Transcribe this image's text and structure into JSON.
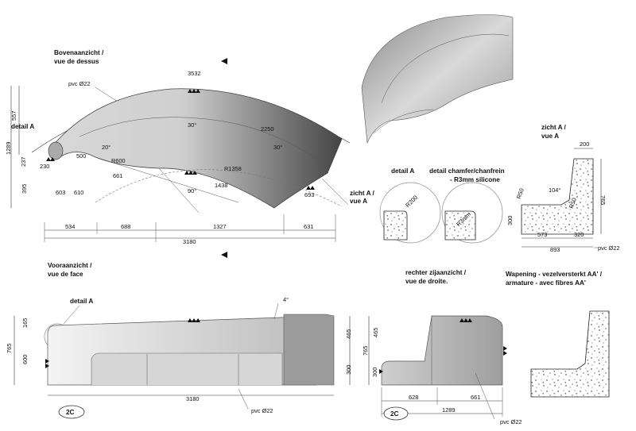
{
  "views": {
    "top": {
      "title_nl": "Bovenaanzicht /",
      "title_fr": "vue de dessus",
      "detail_label": "detail A"
    },
    "front": {
      "title_nl": "Vooraanzicht /",
      "title_fr": "vue de face",
      "detail_label": "detail A"
    },
    "side": {
      "title_nl": "rechter zijaanzicht /",
      "title_fr": "vue de droite."
    },
    "detailA": {
      "title": "detail A"
    },
    "chamfer": {
      "title": "detail chamfer/chanfrein",
      "subtitle": "- R3mm silicone"
    },
    "section": {
      "title_nl": "zicht A /",
      "title_fr": "vue A"
    },
    "reinforcement": {
      "title_nl": "Wapening - vezelversterkt AA' /",
      "title_fr": "armature - avec fibres AA'"
    },
    "view_marker": {
      "title_nl": "zicht A /",
      "title_fr": "vue A"
    }
  },
  "dims": {
    "top": {
      "overall_arc": "3532",
      "pipe": "pvc Ø22",
      "left_height": "1289",
      "left_upper": "557",
      "left_a": "237",
      "left_b": "395",
      "d_230": "230",
      "d_500": "500",
      "angle_20": "20°",
      "r600": "R600",
      "d_661": "661",
      "d_603": "603",
      "d_610": "610",
      "angle_30a": "30°",
      "angle_30b": "30°",
      "r1358": "R1358",
      "d_2250": "2250",
      "angle_90": "90°",
      "d_1438": "1438",
      "d_693": "693",
      "b1": "534",
      "b2": "688",
      "b3": "1327",
      "b4": "631",
      "overall": "3180"
    },
    "front": {
      "angle": "4°",
      "h_total": "765",
      "h_top": "165",
      "h_bottom": "600",
      "right_upper": "465",
      "right_lower": "300",
      "width": "3180",
      "pipe": "pvc Ø22",
      "tag": "2C"
    },
    "side": {
      "h_total": "765",
      "h_upper": "465",
      "h_lower": "300",
      "d1": "628",
      "d2": "661",
      "width": "1289",
      "pipe": "pvc Ø22",
      "tag": "2C"
    },
    "detailA": {
      "r": "R200"
    },
    "chamfer": {
      "r": "R3mm"
    },
    "section": {
      "top": "200",
      "height": "765",
      "left_h": "300",
      "r50a": "R50",
      "r50b": "R50",
      "angle": "104°",
      "w1": "573",
      "w2": "320",
      "total": "893",
      "pipe": "pvc Ø22"
    }
  },
  "colors": {
    "surface_light": "#e9e9e9",
    "surface_mid": "#bdbdbd",
    "surface_dark": "#5a5a5a",
    "line": "#333333"
  }
}
